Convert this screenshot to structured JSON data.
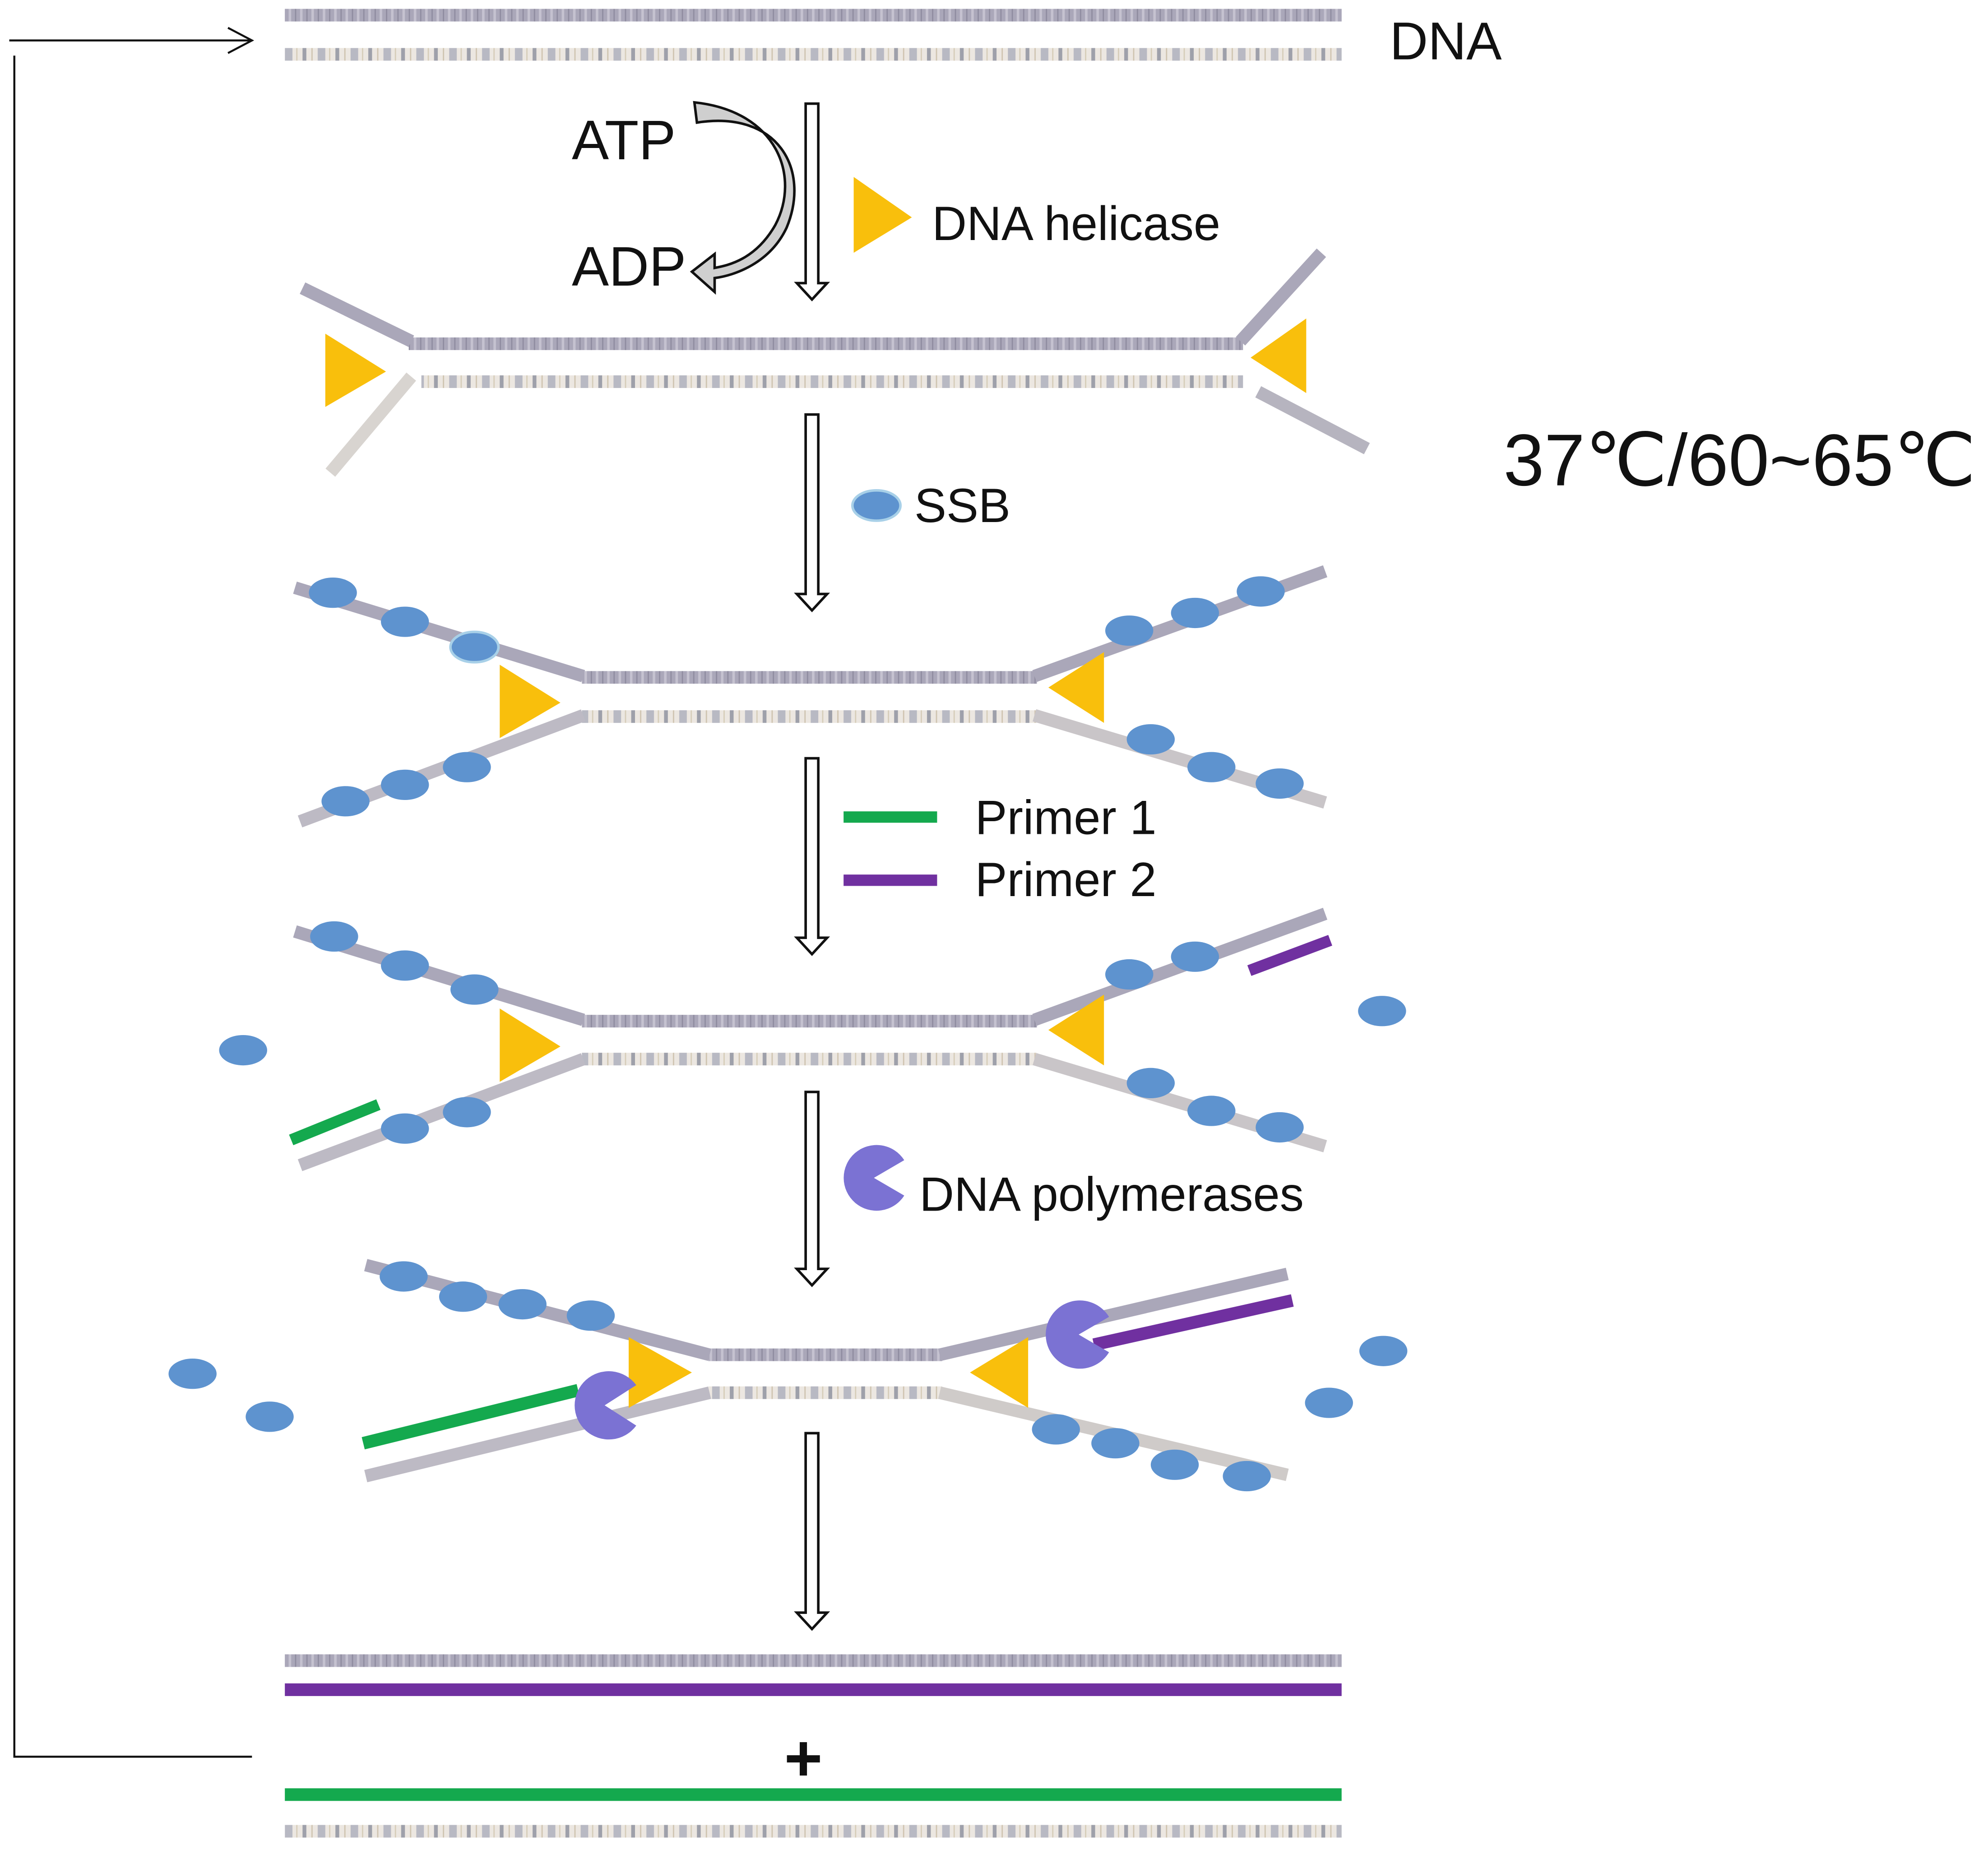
{
  "labels": {
    "dna": "DNA",
    "atp": "ATP",
    "adp": "ADP",
    "helicase": "DNA helicase",
    "ssb": "SSB",
    "temperature": "37℃/60~65℃",
    "primer1": "Primer 1",
    "primer2": "Primer 2",
    "polymerases": "DNA polymerases",
    "plus": "+"
  },
  "colors": {
    "strand_top": "#a9a7b9",
    "strand_bottom": "#e7e1da",
    "helicase": "#f9bf0c",
    "ssb": "#5e93cf",
    "primer1": "#14a94e",
    "primer2": "#7030a0",
    "polymerase": "#7b72d3",
    "arrow": "#111111",
    "atp_arrow_fill": "#cfcfcf"
  },
  "icons": {
    "helicase": "yellow-triangle-icon",
    "ssb": "blue-ellipse-icon",
    "polymerase": "purple-pacman-icon",
    "step_arrow": "hollow-down-arrow-icon"
  }
}
